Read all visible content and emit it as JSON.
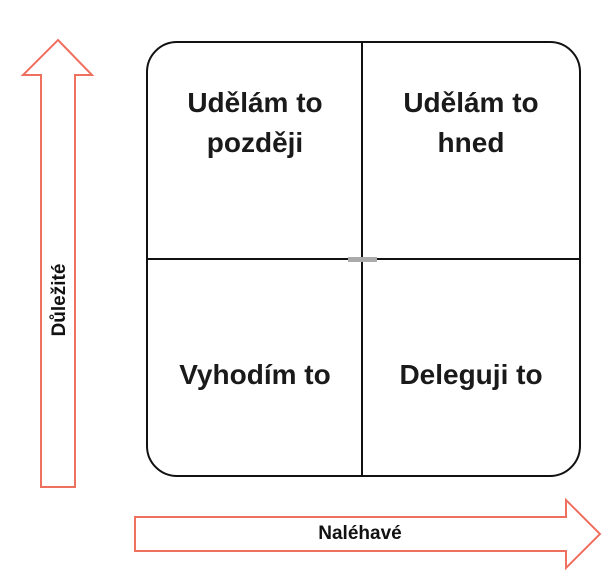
{
  "quadrants": {
    "top_left": "Udělám to později",
    "top_right": "Udělám to hned",
    "bottom_left": "Vyhodím to",
    "bottom_right": "Deleguji to"
  },
  "axes": {
    "vertical": "Důležité",
    "horizontal": "Naléhavé"
  },
  "colors": {
    "arrow": "#f07060",
    "grid": "#111111"
  }
}
